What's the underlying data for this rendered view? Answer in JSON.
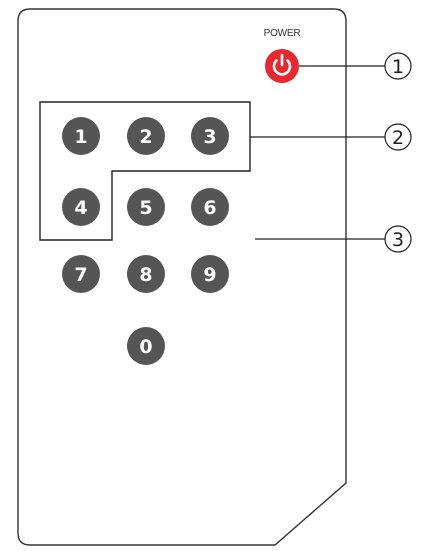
{
  "power": {
    "label": "POWER",
    "icon": "power-icon",
    "color": "#e8282e"
  },
  "keypad": {
    "keys": [
      "1",
      "2",
      "3",
      "4",
      "5",
      "6",
      "7",
      "8",
      "9",
      "0"
    ],
    "key_color": "#555555"
  },
  "callouts": [
    {
      "label": "1"
    },
    {
      "label": "2"
    },
    {
      "label": "3"
    }
  ]
}
